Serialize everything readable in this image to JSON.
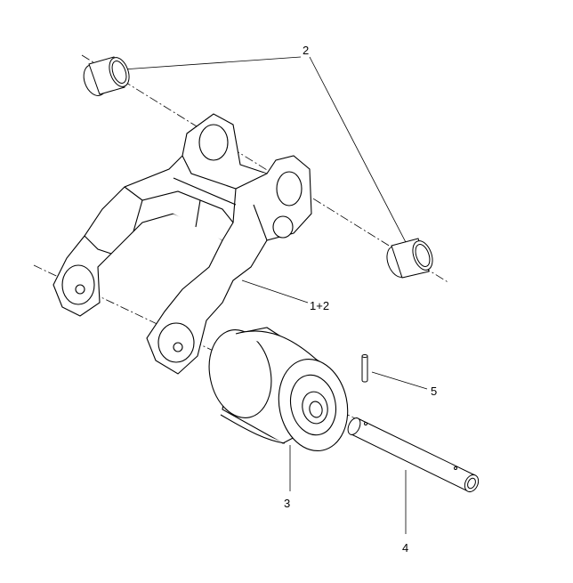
{
  "diagram": {
    "callouts": [
      {
        "id": "bushing",
        "label": "2"
      },
      {
        "id": "swing-arm",
        "label": "1+2"
      },
      {
        "id": "roller",
        "label": "3"
      },
      {
        "id": "axle-pin",
        "label": "4"
      },
      {
        "id": "roll-pin",
        "label": "5"
      }
    ]
  }
}
